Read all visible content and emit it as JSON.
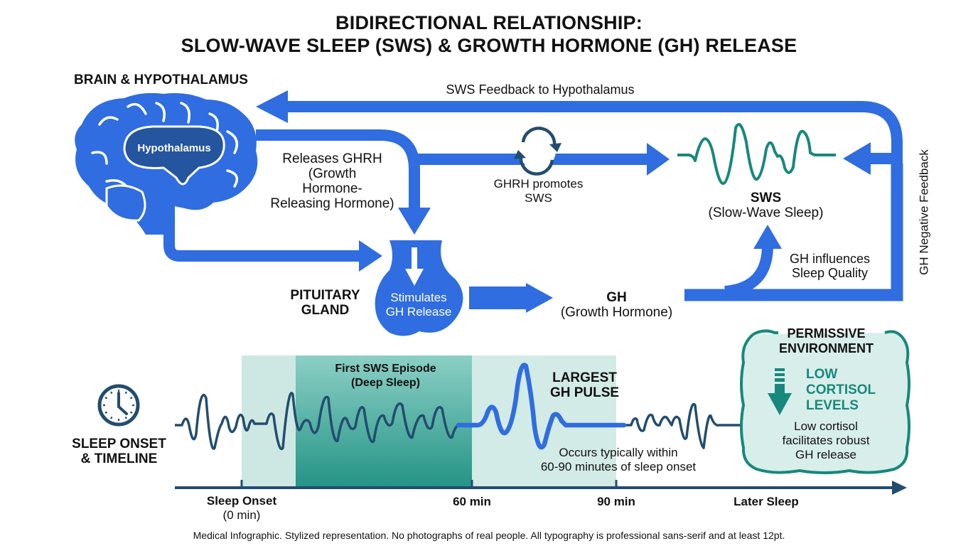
{
  "title": {
    "line1": "BIDIRECTIONAL RELATIONSHIP:",
    "line2": "SLOW-WAVE SLEEP (SWS) & GROWTH HORMONE (GH) RELEASE"
  },
  "colors": {
    "primary_blue": "#2f6de0",
    "dark_blue": "#25559f",
    "navy": "#234d6e",
    "teal": "#17887c",
    "teal_light": "#d3ebe7",
    "teal_mid": "#2e9b8d"
  },
  "brain": {
    "heading": "BRAIN & HYPOTHALAMUS",
    "hypothalamus_label": "Hypothalamus",
    "icon": "brain-icon"
  },
  "arrows": {
    "sws_feedback": "SWS Feedback to Hypothalamus",
    "releases_ghrh": [
      "Releases GHRH",
      "(Growth",
      "Hormone-",
      "Releasing Hormone)"
    ],
    "ghrh_promotes": [
      "GHRH promotes",
      "SWS"
    ],
    "gh_influences": [
      "GH influences",
      "Sleep Quality"
    ],
    "gh_negative_feedback": "GH Negative Feedback",
    "cycle_icon": "cycle-icon"
  },
  "pituitary": {
    "heading": [
      "PITUITARY",
      "GLAND"
    ],
    "inner_label": [
      "Stimulates",
      "GH Release"
    ]
  },
  "gh": {
    "title": "GH",
    "subtitle": "(Growth Hormone)"
  },
  "sws": {
    "title": "SWS",
    "subtitle": "(Slow-Wave Sleep)",
    "icon": "eeg-wave-icon"
  },
  "timeline": {
    "heading": [
      "SLEEP ONSET",
      "& TIMELINE"
    ],
    "icon": "clock-icon",
    "sws_episode_label": [
      "First SWS Episode",
      "(Deep Sleep)"
    ],
    "gh_pulse_label": [
      "LARGEST",
      "GH PULSE"
    ],
    "gh_pulse_note": [
      "Occurs typically within",
      "60-90 minutes of sleep onset"
    ],
    "ticks": [
      {
        "label": "Sleep Onset",
        "sub": "(0 min)"
      },
      {
        "label": "60 min",
        "sub": ""
      },
      {
        "label": "90 min",
        "sub": ""
      },
      {
        "label": "Later Sleep",
        "sub": ""
      }
    ]
  },
  "permissive": {
    "heading": [
      "PERMISSIVE",
      "ENVIRONMENT"
    ],
    "emphasis": [
      "LOW",
      "CORTISOL",
      "LEVELS"
    ],
    "body": [
      "Low cortisol",
      "facilitates robust",
      "GH release"
    ],
    "icon": "down-arrow-icon"
  },
  "footer": "Medical Infographic. Stylized representation. No photographs of real people. All typography is professional sans-serif and at least 12pt."
}
